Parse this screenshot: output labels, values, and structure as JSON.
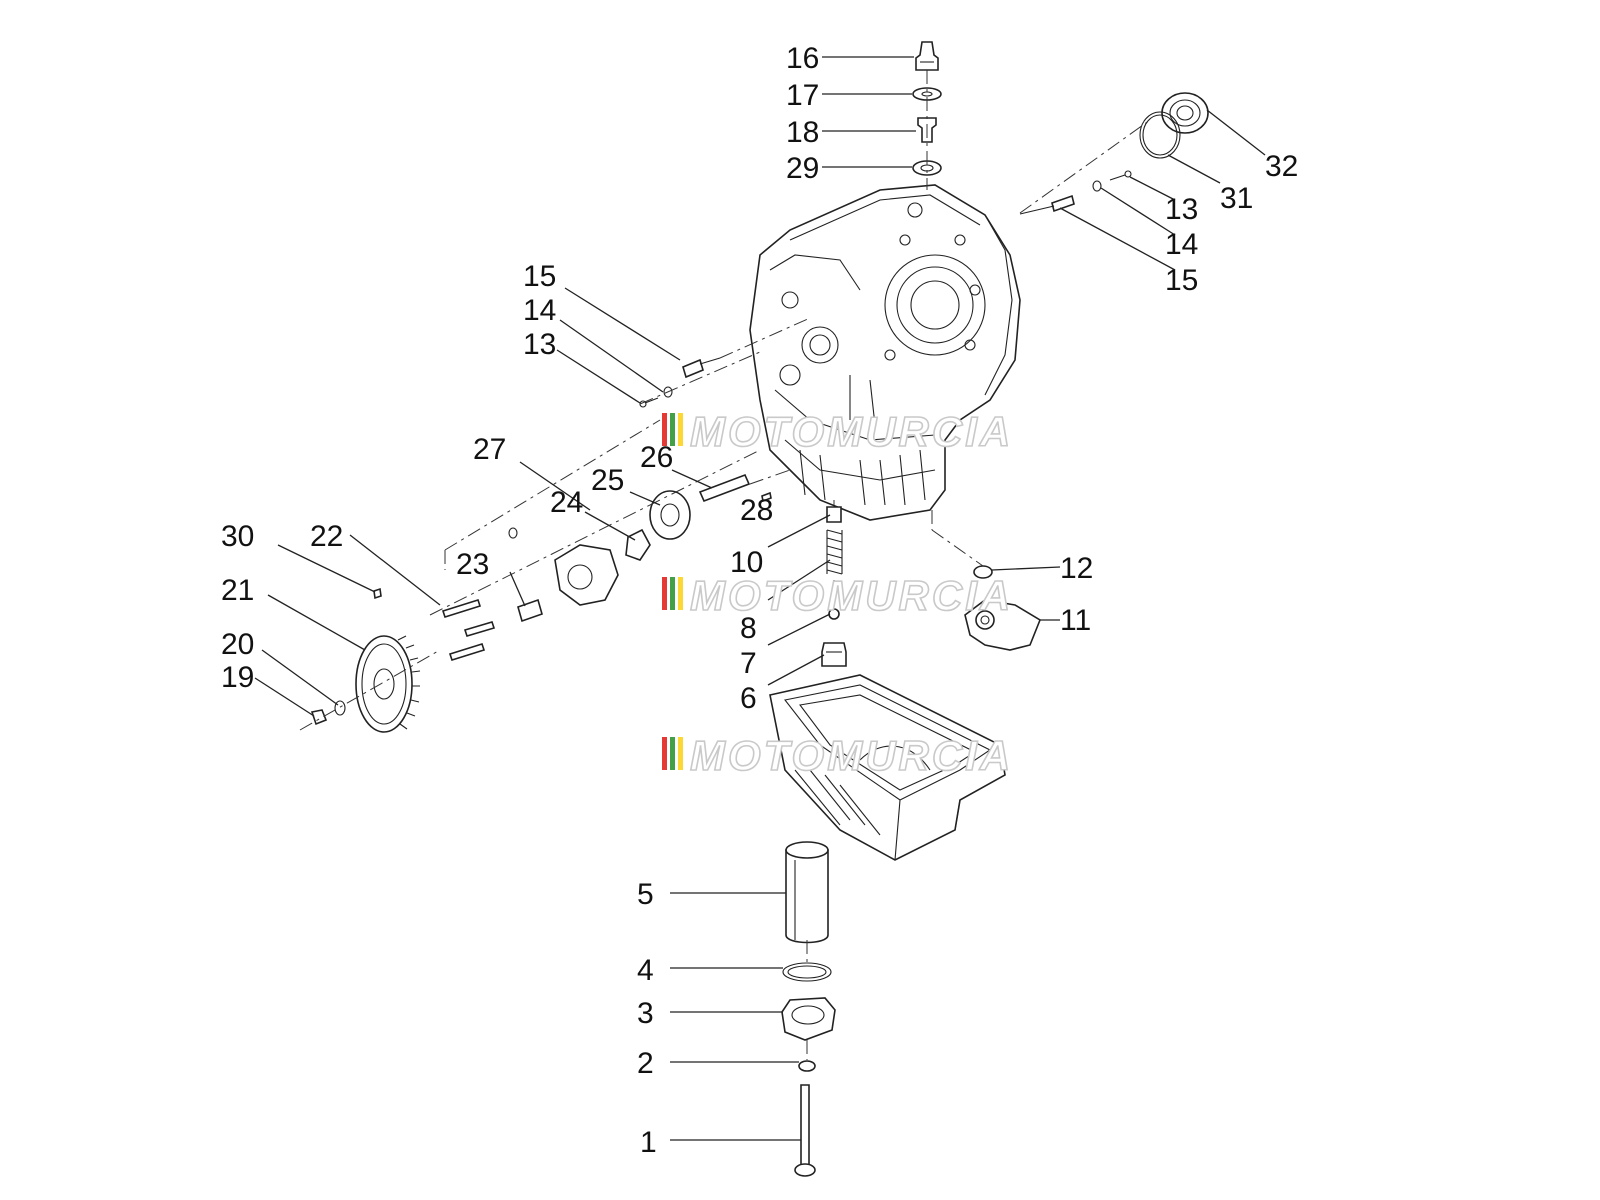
{
  "callouts": {
    "c1": "1",
    "c2": "2",
    "c3": "3",
    "c4": "4",
    "c5": "5",
    "c6": "6",
    "c7": "7",
    "c8": "8",
    "c10": "10",
    "c11": "11",
    "c12": "12",
    "c13a": "13",
    "c14a": "14",
    "c15a": "15",
    "c13b": "13",
    "c14b": "14",
    "c15b": "15",
    "c16": "16",
    "c17": "17",
    "c18": "18",
    "c29": "29",
    "c19": "19",
    "c20": "20",
    "c21": "21",
    "c22": "22",
    "c23": "23",
    "c24": "24",
    "c25": "25",
    "c26": "26",
    "c27": "27",
    "c28": "28",
    "c30": "30",
    "c31": "31",
    "c32": "32"
  },
  "watermark": "MOTOMURCIA",
  "colors": {
    "line": "#222222",
    "watermark_stripe_1": "#e53935",
    "watermark_stripe_2": "#43a047",
    "watermark_stripe_3": "#fdd835"
  }
}
